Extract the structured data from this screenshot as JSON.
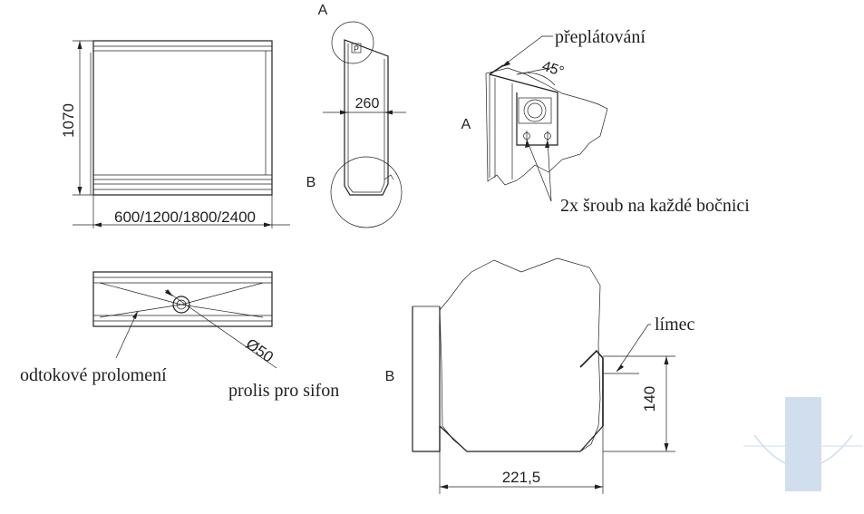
{
  "labels": {
    "front_height": "1070",
    "front_width": "600/1200/1800/2400",
    "side_letter_a": "A",
    "side_letter_b": "B",
    "side_width": "260",
    "detail_a_letter": "A",
    "detail_a_overlap": "přeplátování",
    "detail_a_angle": "45°",
    "detail_a_screws": "2x šroub na každé bočnici",
    "top_drain_label": "odtokové prolomení",
    "top_diameter": "Ø50",
    "top_siphon_label": "prolis pro sifon",
    "detail_b_letter": "B",
    "detail_b_collar": "límec",
    "detail_b_height": "140",
    "detail_b_width": "221,5"
  },
  "colors": {
    "line": "#231f20",
    "watermark": "#c9d9ec"
  },
  "icons": {
    "watermark": "brand-logo-icon"
  }
}
